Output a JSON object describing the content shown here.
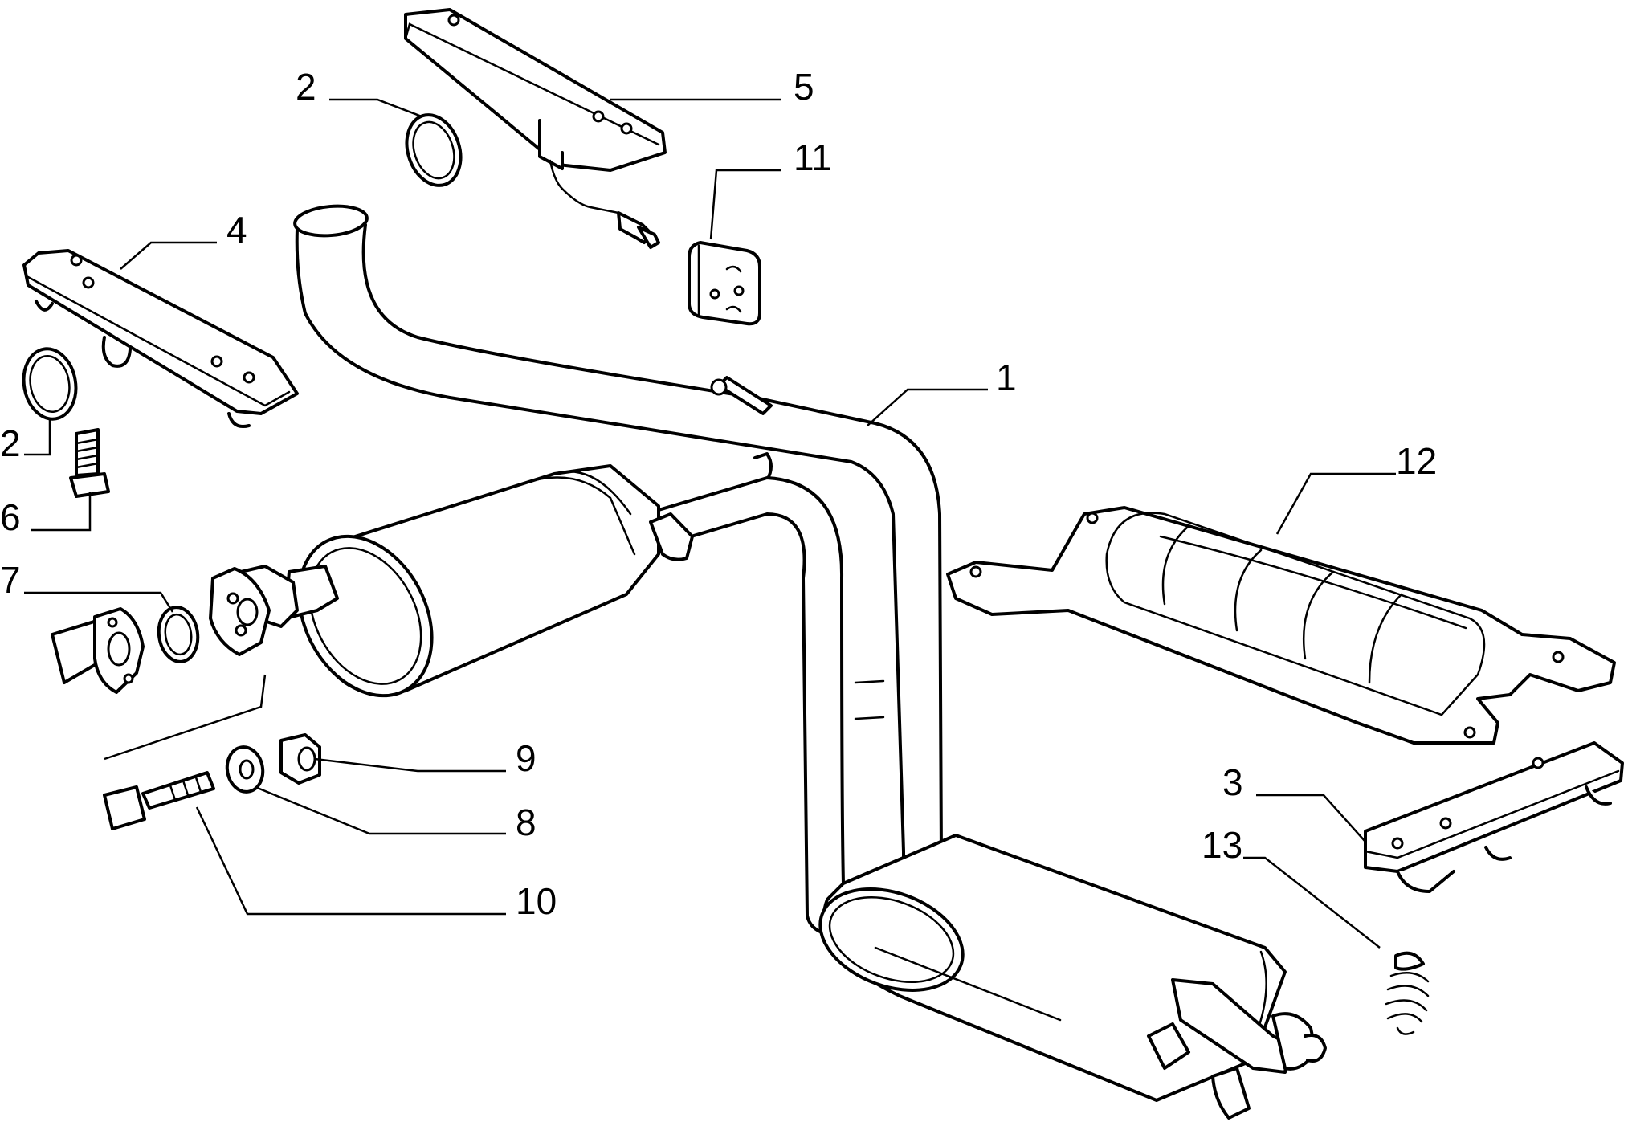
{
  "callouts": {
    "c1": "1",
    "c2a": "2",
    "c2b": "2",
    "c3": "3",
    "c4": "4",
    "c5": "5",
    "c6": "6",
    "c7": "7",
    "c8": "8",
    "c9": "9",
    "c10": "10",
    "c11": "11",
    "c12": "12",
    "c13": "13"
  },
  "colors": {
    "line": "#000000",
    "background": "#ffffff"
  }
}
